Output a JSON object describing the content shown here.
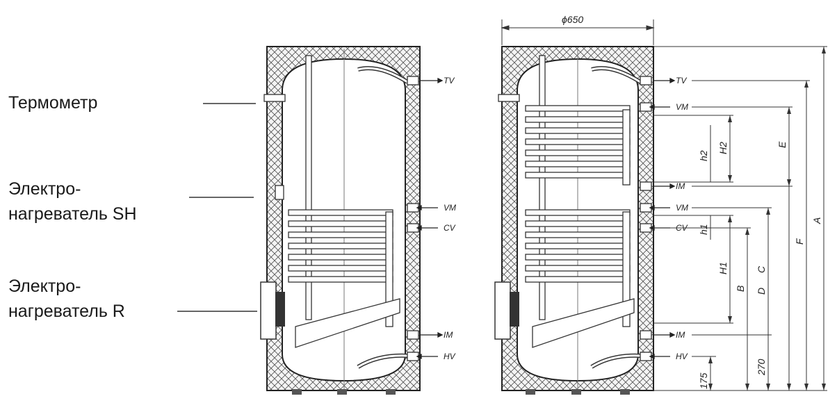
{
  "labels": {
    "thermometer": "Термометр",
    "heater_sh_line1": "Электро-",
    "heater_sh_line2": "нагреватель SH",
    "heater_r_line1": "Электро-",
    "heater_r_line2": "нагреватель R"
  },
  "ports": {
    "tv": "TV",
    "vm": "VM",
    "cv": "CV",
    "im": "IM",
    "hv": "HV"
  },
  "dimensions": {
    "diameter": "ϕ650",
    "a": "A",
    "b": "B",
    "c": "C",
    "d": "D",
    "e": "E",
    "f": "F",
    "h1_cap": "H1",
    "h2_cap": "H2",
    "h1": "h1",
    "h2": "h2",
    "v270": "270",
    "v175": "175"
  }
}
